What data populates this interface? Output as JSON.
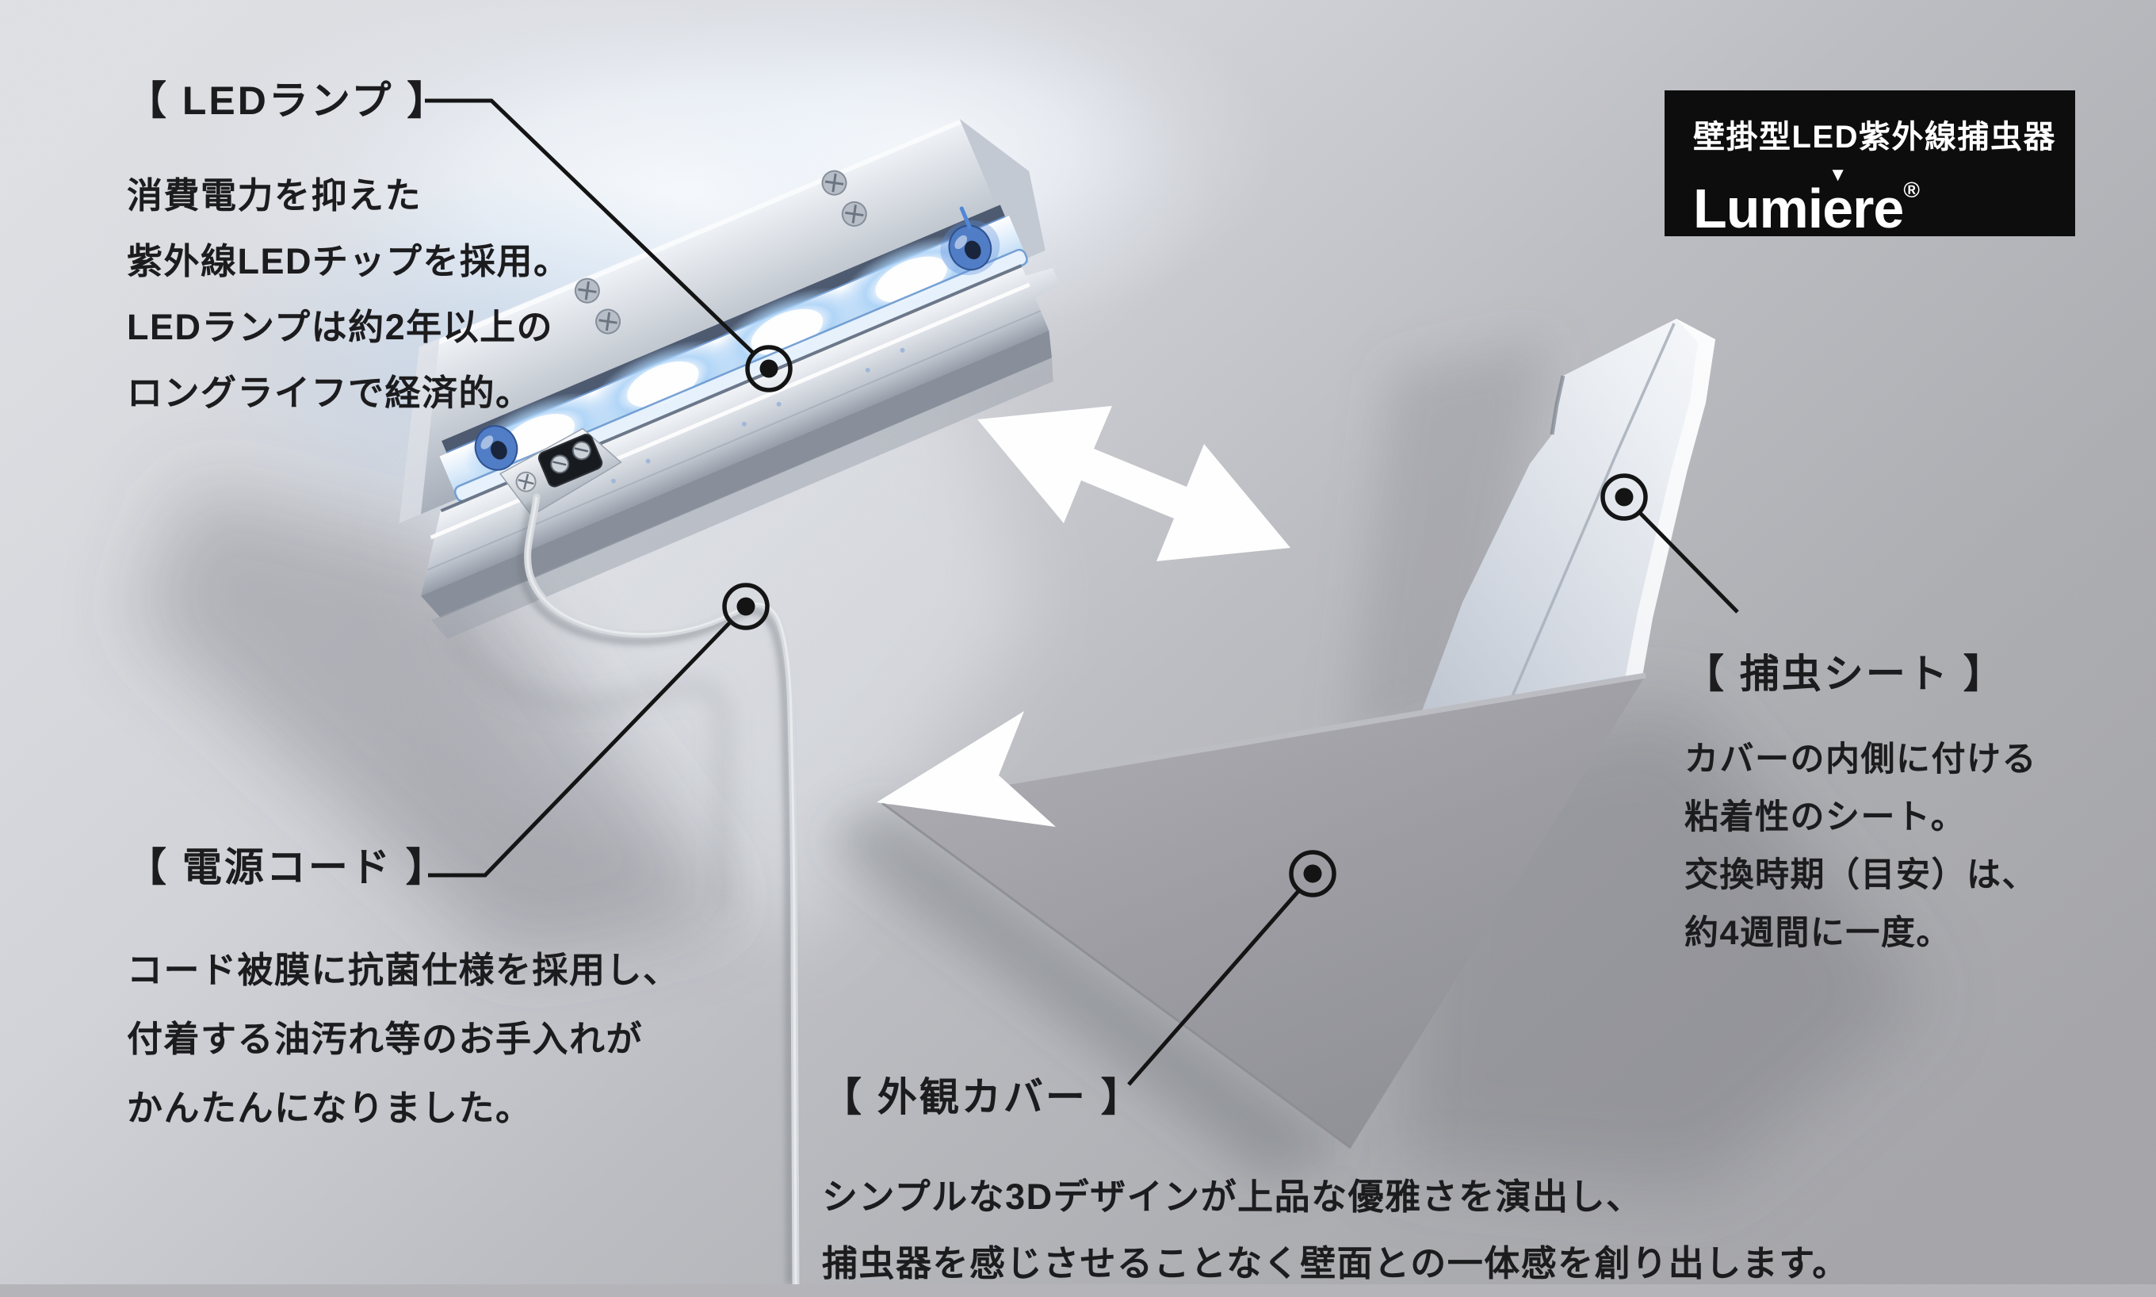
{
  "product": {
    "badge_line": "壁掛型LED紫外線捕虫器",
    "brand": {
      "name": "Lumière",
      "pre": "Lumi",
      "accent_letter": "e",
      "accent_mark": "▼",
      "post": "re",
      "registered_mark": "®"
    }
  },
  "callouts": {
    "led": {
      "title": "【 LEDランプ 】",
      "lines": [
        "消費電力を抑えた",
        "紫外線LEDチップを採用。",
        "LEDランプは約2年以上の",
        "ロングライフで経済的。"
      ]
    },
    "cord": {
      "title": "【 電源コード 】",
      "lines": [
        "コード被膜に抗菌仕様を採用し、",
        "付着する油汚れ等のお手入れが",
        "かんたんになりました。"
      ]
    },
    "sheet": {
      "title": "【 捕虫シート 】",
      "lines": [
        "カバーの内側に付ける",
        "粘着性のシート。",
        "交換時期（目安）は、",
        "約4週間に一度。"
      ]
    },
    "cover": {
      "title": "【 外観カバー 】",
      "lines": [
        "シンプルな3Dデザインが上品な優雅さを演出し、",
        "捕虫器を感じさせることなく壁面との一体感を創り出します。"
      ]
    }
  },
  "icons": {
    "target_marker": "⊙ black ring with center dot",
    "swap_arrow": "white double-headed diagonal arrow",
    "detach_arrow": "white left-pointing arrowhead"
  },
  "colors": {
    "text": "#1c1c1e",
    "badge_bg": "#0d0d0d",
    "badge_text": "#ffffff",
    "marker_line": "#141414",
    "arrow_white": "#ffffff",
    "led_glow_blue": "#9cc8f4",
    "wall_light": "#dedfe3",
    "wall_dark": "#a6a6aa",
    "cover_gray": "#9b9ba1"
  }
}
